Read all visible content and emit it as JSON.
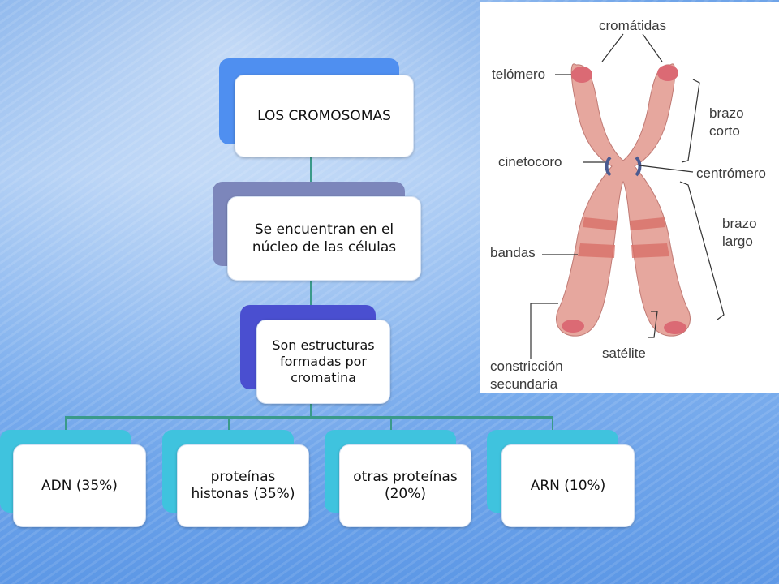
{
  "diagram": {
    "root": "LOS CROMOSOMAS",
    "level2": "Se encuentran en el núcleo de las células",
    "level3": "Son estructuras formadas por cromatina",
    "leaves": [
      "ADN (35%)",
      "proteínas histonas (35%)",
      "otras proteínas (20%)",
      "ARN (10%)"
    ]
  },
  "chromosome_figure": {
    "labels": {
      "cromatidas": "cromátidas",
      "telomero": "telómero",
      "brazo_corto_1": "brazo",
      "brazo_corto_2": "corto",
      "cinetocoro": "cinetocoro",
      "centromero": "centrómero",
      "brazo_largo_1": "brazo",
      "brazo_largo_2": "largo",
      "bandas": "bandas",
      "satelite": "satélite",
      "constriccion_1": "constricción",
      "constriccion_2": "secundaria"
    },
    "colors": {
      "chromosome": "#e8a9a0",
      "bands": "#d9776f",
      "tips": "#d8606a"
    }
  }
}
